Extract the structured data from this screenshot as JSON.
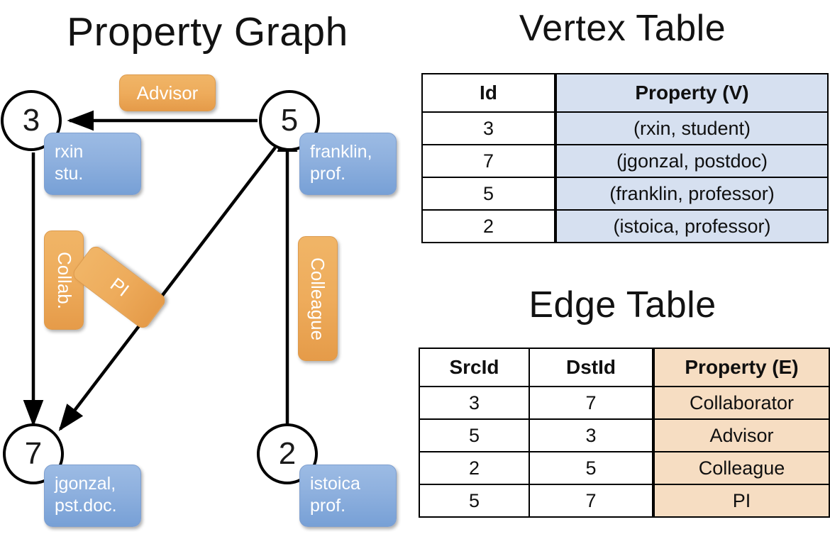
{
  "titles": {
    "property_graph": "Property Graph",
    "vertex_table": "Vertex Table",
    "edge_table": "Edge Table"
  },
  "colors": {
    "node_fill": "#ffffff",
    "node_stroke": "#000000",
    "vertex_property_fill": "#d6e0f0",
    "edge_property_fill": "#f6ddc2",
    "blue_box": "#8eb0de",
    "orange_badge": "#eeac5c",
    "text_on_badge": "#ffffff"
  },
  "graph": {
    "nodes": [
      {
        "id": "3",
        "label": "3"
      },
      {
        "id": "5",
        "label": "5"
      },
      {
        "id": "7",
        "label": "7"
      },
      {
        "id": "2",
        "label": "2"
      }
    ],
    "property_boxes": [
      {
        "for": "3",
        "line1": "rxin",
        "line2": "stu."
      },
      {
        "for": "5",
        "line1": "franklin,",
        "line2": "prof."
      },
      {
        "for": "7",
        "line1": "jgonzal,",
        "line2": "pst.doc."
      },
      {
        "for": "2",
        "line1": "istoica",
        "line2": "prof."
      }
    ],
    "edge_labels": [
      {
        "id": "advisor",
        "label": "Advisor"
      },
      {
        "id": "collab",
        "label": "Collab."
      },
      {
        "id": "pi",
        "label": "PI"
      },
      {
        "id": "colleague",
        "label": "Colleague"
      }
    ],
    "edges": [
      {
        "from": "5",
        "to": "3",
        "label": "Advisor"
      },
      {
        "from": "3",
        "to": "7",
        "label": "Collab."
      },
      {
        "from": "5",
        "to": "7",
        "label": "PI"
      },
      {
        "from": "2",
        "to": "5",
        "label": "Colleague"
      }
    ]
  },
  "vertex_table": {
    "headers": [
      "Id",
      "Property (V)"
    ],
    "rows": [
      {
        "id": "3",
        "property": "(rxin, student)"
      },
      {
        "id": "7",
        "property": "(jgonzal, postdoc)"
      },
      {
        "id": "5",
        "property": "(franklin, professor)"
      },
      {
        "id": "2",
        "property": "(istoica, professor)"
      }
    ]
  },
  "edge_table": {
    "headers": [
      "SrcId",
      "DstId",
      "Property (E)"
    ],
    "rows": [
      {
        "src": "3",
        "dst": "7",
        "property": "Collaborator"
      },
      {
        "src": "5",
        "dst": "3",
        "property": "Advisor"
      },
      {
        "src": "2",
        "dst": "5",
        "property": "Colleague"
      },
      {
        "src": "5",
        "dst": "7",
        "property": "PI"
      }
    ]
  }
}
